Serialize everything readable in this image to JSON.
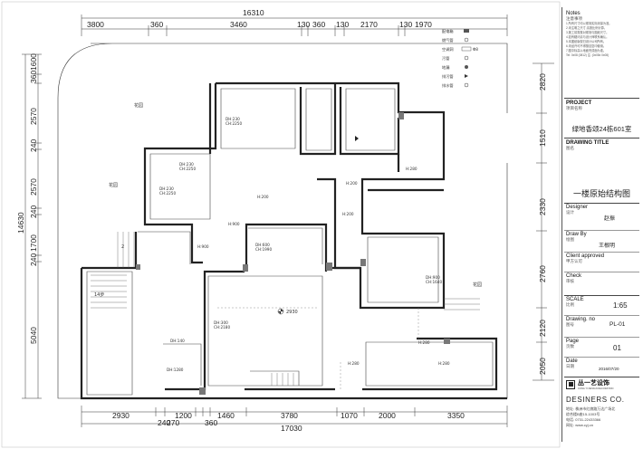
{
  "drawing": {
    "dims_top_total": "16310",
    "dims_top": [
      "3800",
      "360",
      "3460",
      "130",
      "360",
      "130",
      "2170",
      "130",
      "1970"
    ],
    "dims_bottom": [
      "2930",
      "240",
      "1200",
      "270",
      "360",
      "1460",
      "3780",
      "1070",
      "2000",
      "3350"
    ],
    "dims_bottom_total": "17030",
    "dims_left": [
      "1600",
      "360",
      "2570",
      "240",
      "2570",
      "240",
      "1700",
      "240",
      "5040"
    ],
    "dims_left_total": "14630",
    "dims_right": [
      "2820",
      "1510",
      "2330",
      "2760",
      "2120",
      "2050"
    ],
    "labels": {
      "garden_top": "花园",
      "garden_left": "花园",
      "garden_right": "花园",
      "dh230_ch2250_a": "DH:230",
      "ch2250_a": "CH:2250",
      "dh230_ch2250_b": "DH:230",
      "ch2250_b": "CH:2250",
      "dh230_ch2250_c": "DH:230",
      "ch2250_c": "CH:2250",
      "dh600": "DH:600",
      "ch1990": "CH:1990",
      "dh300": "DH:300",
      "ch2180": "CH:2180",
      "dh900": "DH:900",
      "ch1640": "CH:1640",
      "dh140": "DH:140",
      "dh1280": "DH:1280",
      "h280_a": "H:280",
      "h200_a": "H:200",
      "h200_b": "H:200",
      "h200_c": "H:200",
      "h900_a": "H:900",
      "h900_b": "H:900",
      "h280_b": "H:280",
      "h280_c": "H:280",
      "h280_d": "H:280",
      "step14": "14步",
      "elev_2930": "2930",
      "two": "2"
    },
    "legend": [
      {
        "label": "配电箱"
      },
      {
        "label": "燃气管"
      },
      {
        "label": "空调洞"
      },
      {
        "label": "污管"
      },
      {
        "label": "地漏"
      },
      {
        "label": "排污管"
      },
      {
        "label": "排水管"
      }
    ],
    "legend_ac_value": "Φ8"
  },
  "titleblock": {
    "notes_title": "Notes",
    "notes_sub": "注意事项",
    "notes": [
      "1.所有尺寸均以现场实际测量为准。",
      "2.未注明之尺寸,请按比例计算。",
      "3.施工前需核对现场与图纸尺寸。",
      "4.如有疑问请与设计师联系确认。",
      "5.本图纸版权归设计公司所有。",
      "6.未经许可不得擅自复印使用。",
      "7.图中标高以地面完成面为准。",
      "Tel: 0x08 (0812) 注: (0x08x 0x08)"
    ],
    "project_label": "PROJECT",
    "project_sub": "项目名称",
    "project_name": "绿地香颂24栋601室",
    "drawing_title_label": "DRAWING TITLE",
    "drawing_title_sub": "图名",
    "drawing_title": "一楼原始结构图",
    "designer_label": "Designer",
    "designer_sub": "设计",
    "designer_value": "赵振",
    "drawn_label": "Draw By",
    "drawn_sub": "绘图",
    "drawn_value": "王根明",
    "client_label": "Client approved",
    "client_sub": "甲方认可",
    "check_label": "Check",
    "check_sub": "审核",
    "scale_label": "SCALE",
    "scale_sub": "比例",
    "scale_value": "1:65",
    "drawing_no_label": "Drawing. no",
    "drawing_no_sub": "图号",
    "drawing_no_value": "PL-01",
    "page_label": "Page",
    "page_sub": "页数",
    "page_value": "01",
    "date_label": "Date",
    "date_sub": "日期",
    "date_value": "2016/07/20",
    "company_cn": "丛一艺设饰",
    "company_en_small": "CONG YI DESIGN DECORATION",
    "company_en": "DESINERS CO.",
    "address_1": "地址: 株洲市红旗路万达广场北",
    "address_2": "综合楼B座15-1003号",
    "phone": "电话: 0731-22433366",
    "web": "网址: www.cyj.cn"
  }
}
